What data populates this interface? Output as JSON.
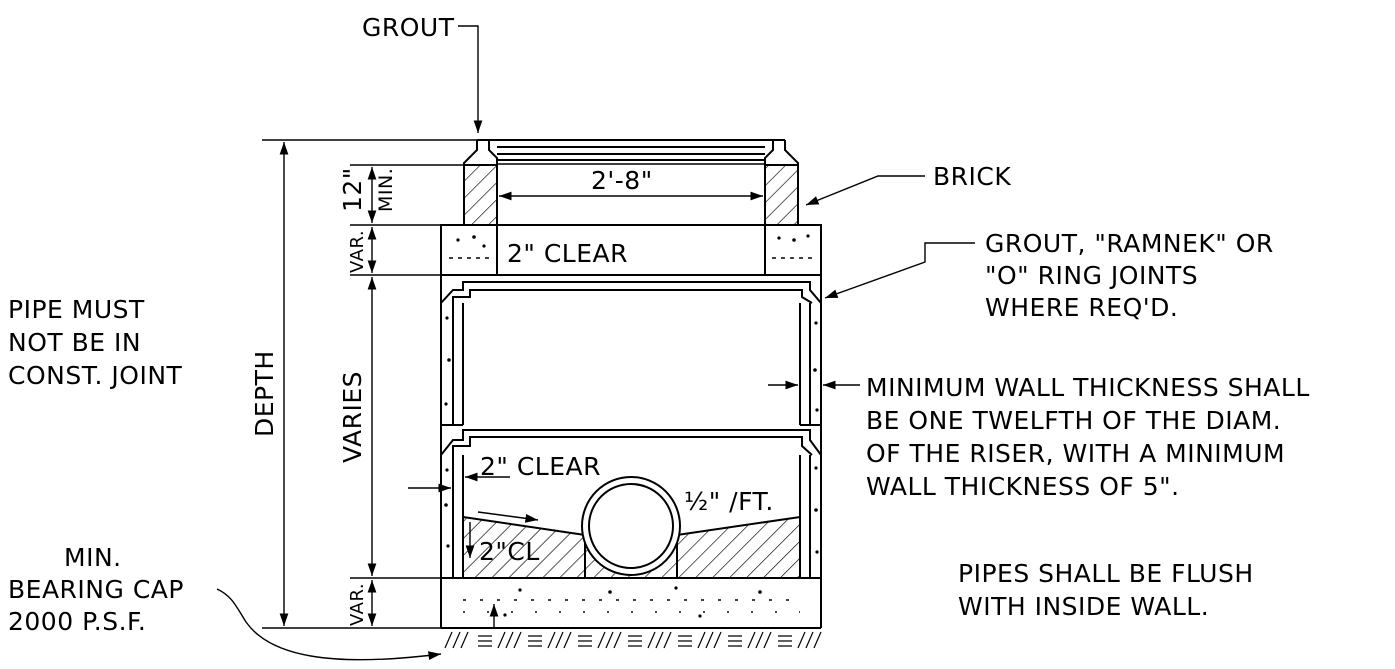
{
  "labels": {
    "grout_top": "GROUT",
    "brick": "BRICK",
    "joint_line1": "GROUT, \"RAMNEK\" OR",
    "joint_line2": "\"O\" RING JOINTS",
    "joint_line3": "WHERE REQ'D.",
    "pipe_note_line1": "PIPE MUST",
    "pipe_note_line2": "NOT BE IN",
    "pipe_note_line3": "CONST. JOINT",
    "depth": "DEPTH",
    "varies": "VARIES",
    "dim_12": "12\"",
    "dim_min": "MIN.",
    "dim_var_top": "VAR.",
    "dim_var_bottom": "VAR.",
    "dim_opening": "2'-8\"",
    "clear_top": "2\"  CLEAR",
    "clear_bottom": "2\"  CLEAR",
    "slope": "½\" /FT.",
    "clear_bench": "2\"CL",
    "wall_line1": "MINIMUM WALL THICKNESS SHALL",
    "wall_line2": "BE ONE TWELFTH OF THE DIAM.",
    "wall_line3": "OF THE RISER, WITH A MINIMUM",
    "wall_line4": "WALL THICKNESS OF 5\".",
    "flush_line1": "PIPES SHALL BE FLUSH",
    "flush_line2": "WITH INSIDE WALL.",
    "bearing_line1": "MIN.",
    "bearing_line2": "BEARING CAP",
    "bearing_line3": "2000 P.S.F."
  }
}
